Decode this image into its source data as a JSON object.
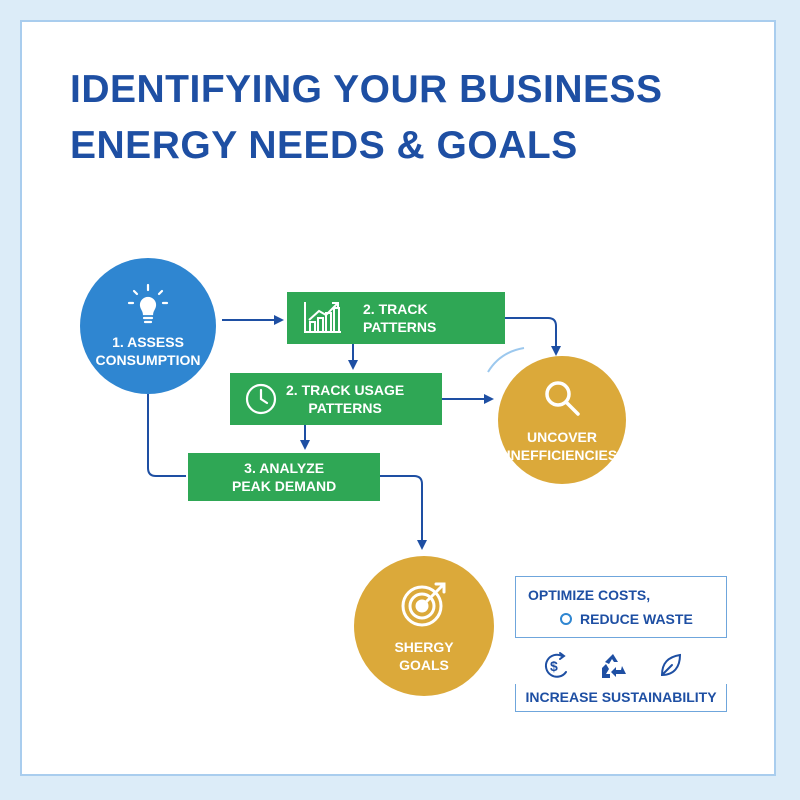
{
  "title": {
    "line1": "IDENTIFYING YOUR BUSINESS",
    "line2": "ENERGY NEEDS & GOALS"
  },
  "nodes": {
    "assess": {
      "label": "1. ASSESS\nCONSUMPTION",
      "icon": "lightbulb-icon",
      "color": "#2f86d1"
    },
    "track_patterns": {
      "label": "2. TRACK\nPATTERNS",
      "icon": "chart-icon",
      "color": "#2fa755"
    },
    "track_usage": {
      "label": "2. TRACK USAGE\nPATTERNS",
      "icon": "clock-icon",
      "color": "#2fa755"
    },
    "analyze": {
      "label": "3. ANALYZE\nPEAK DEMAND",
      "color": "#2fa755"
    },
    "uncover": {
      "label": "UNCOVER\nINEFFICIENCIES",
      "icon": "magnifier-icon",
      "color": "#dba93a"
    },
    "goals": {
      "label": "SHERGY\nGOALS",
      "icon": "target-icon",
      "color": "#dba93a"
    }
  },
  "benefits": {
    "optimize": "OPTIMIZE COSTS,",
    "reduce": "REDUCE WASTE",
    "sustain": "INCREASE SUSTAINABILITY",
    "icons": [
      "dollar-cycle-icon",
      "recycle-icon",
      "leaf-icon"
    ]
  },
  "colors": {
    "title": "#1e4fa3",
    "arrow": "#1e4fa3",
    "frame": "#a9cdee"
  }
}
